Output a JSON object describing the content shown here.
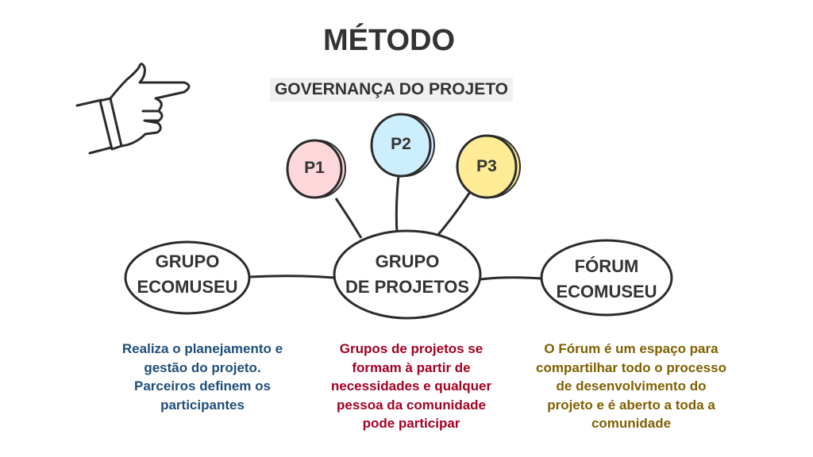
{
  "title": "MÉTODO",
  "subtitle": "GOVERNANÇA DO PROJETO",
  "projects": [
    {
      "label": "P1",
      "color": "#fdd7da"
    },
    {
      "label": "P2",
      "color": "#cdeefc"
    },
    {
      "label": "P3",
      "color": "#fdeb96"
    }
  ],
  "nodes": {
    "left": {
      "line1": "GRUPO",
      "line2": "ECOMUSEU"
    },
    "center": {
      "line1": "GRUPO",
      "line2": "DE PROJETOS"
    },
    "right": {
      "line1": "FÓRUM",
      "line2": "ECOMUSEU"
    }
  },
  "descriptions": {
    "left": {
      "color": "#1f4e79",
      "lines": [
        "Realiza o planejamento e",
        "gestão do projeto.",
        "Parceiros definem os",
        "participantes"
      ]
    },
    "center": {
      "color": "#a50021",
      "lines": [
        "Grupos de projetos se",
        "formam à partir de",
        "necessidades e qualquer",
        "pessoa da comunidade",
        "pode participar"
      ]
    },
    "right": {
      "color": "#7f6000",
      "lines": [
        "O Fórum é um espaço para",
        "compartilhar todo o processo",
        "de desenvolvimento do",
        "projeto e é aberto a toda a",
        "comunidade"
      ]
    }
  }
}
